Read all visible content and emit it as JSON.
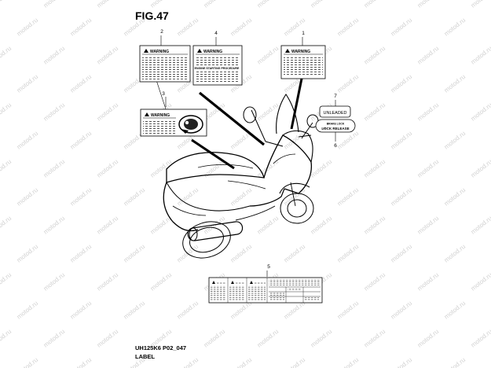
{
  "figure": {
    "title": "FIG.47",
    "code": "UH125K6 P02_047",
    "caption": "LABEL"
  },
  "watermark": "motod.ru",
  "callouts": [
    "1",
    "2",
    "3",
    "4",
    "5",
    "6",
    "7"
  ],
  "labels": {
    "warning_text": "WARNING",
    "engine_procedure": "ENGINE STARTING PROCEDURE",
    "unleaded": "UNLEADED",
    "brake_lock": "BRAKE LOCK",
    "lock_release": "LOCK   RELEASE"
  }
}
